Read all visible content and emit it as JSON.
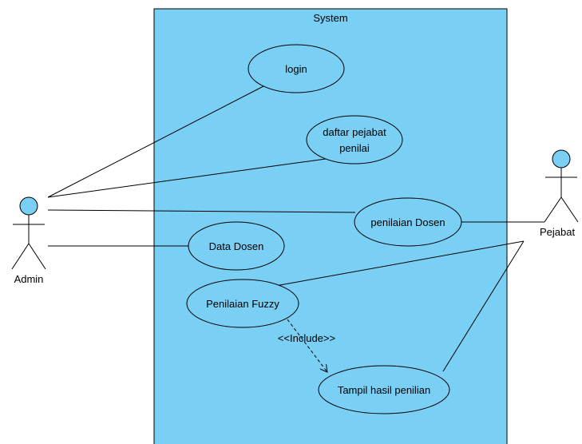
{
  "system": {
    "label": "System",
    "fill": "#79CFF4"
  },
  "actors": {
    "admin": {
      "label": "Admin",
      "head_fill": "#79CFF4"
    },
    "pejabat": {
      "label": "Pejabat",
      "head_fill": "#79CFF4"
    }
  },
  "use_cases": {
    "login": {
      "label": "login"
    },
    "daftar": {
      "line1": "daftar pejabat",
      "line2": "penilai"
    },
    "penilaian_dosen": {
      "label": "penilaian Dosen"
    },
    "data_dosen": {
      "label": "Data Dosen"
    },
    "penilaian_fuzzy": {
      "label": "Penilaian Fuzzy"
    },
    "tampil_hasil": {
      "label": "Tampil hasil penilian"
    }
  },
  "include_label": "<<Include>>",
  "colors": {
    "use_case_fill": "#79CFF4",
    "stroke": "#000000"
  }
}
